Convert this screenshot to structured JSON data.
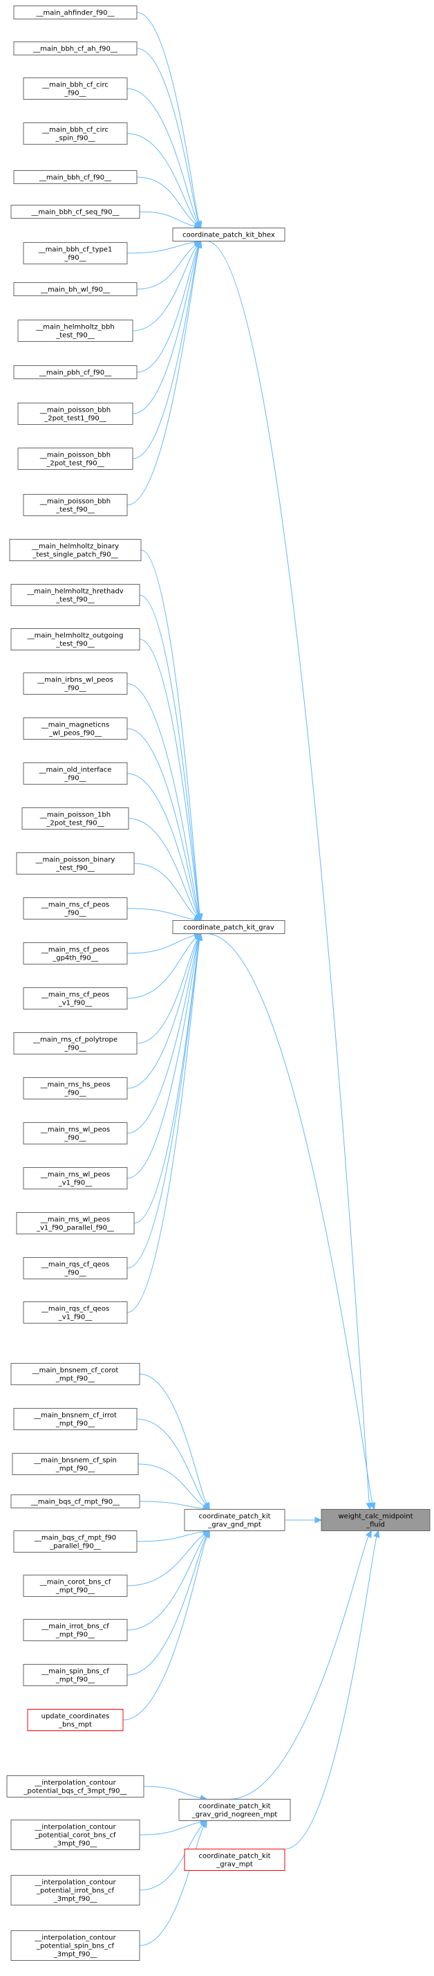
{
  "colors": {
    "edge": "#63b8ff",
    "node_border": "#666666",
    "node_border_highlight": "#ff0000",
    "focus_fill": "#999999",
    "background": "#ffffff"
  },
  "focus": {
    "id": "focus",
    "lines": [
      "weight_calc_midpoint",
      "_fluid"
    ]
  },
  "intermediates": [
    {
      "id": "bhex",
      "lines": [
        "coordinate_patch_kit_bhex"
      ]
    },
    {
      "id": "grav",
      "lines": [
        "coordinate_patch_kit_grav"
      ]
    },
    {
      "id": "gnd",
      "lines": [
        "coordinate_patch_kit",
        "_grav_gnd_mpt"
      ]
    },
    {
      "id": "nogreen",
      "lines": [
        "coordinate_patch_kit",
        "_grav_grid_nogreen_mpt"
      ]
    },
    {
      "id": "kgm",
      "lines": [
        "coordinate_patch_kit",
        "_grav_mpt"
      ],
      "highlight": true
    }
  ],
  "callers": [
    {
      "to": "bhex",
      "lines": [
        "__main_ahfinder_f90__"
      ]
    },
    {
      "to": "bhex",
      "lines": [
        "__main_bbh_cf_ah_f90__"
      ]
    },
    {
      "to": "bhex",
      "lines": [
        "__main_bbh_cf_circ",
        "_f90__"
      ]
    },
    {
      "to": "bhex",
      "lines": [
        "__main_bbh_cf_circ",
        "_spin_f90__"
      ]
    },
    {
      "to": "bhex",
      "lines": [
        "__main_bbh_cf_f90__"
      ]
    },
    {
      "to": "bhex",
      "lines": [
        "__main_bbh_cf_seq_f90__"
      ]
    },
    {
      "to": "bhex",
      "lines": [
        "__main_bbh_cf_type1",
        "_f90__"
      ]
    },
    {
      "to": "bhex",
      "lines": [
        "__main_bh_wl_f90__"
      ]
    },
    {
      "to": "bhex",
      "lines": [
        "__main_helmholtz_bbh",
        "_test_f90__"
      ]
    },
    {
      "to": "bhex",
      "lines": [
        "__main_pbh_cf_f90__"
      ]
    },
    {
      "to": "bhex",
      "lines": [
        "__main_poisson_bbh",
        "_2pot_test1_f90__"
      ]
    },
    {
      "to": "bhex",
      "lines": [
        "__main_poisson_bbh",
        "_2pot_test_f90__"
      ]
    },
    {
      "to": "bhex",
      "lines": [
        "__main_poisson_bbh",
        "_test_f90__"
      ]
    },
    {
      "to": "grav",
      "lines": [
        "__main_helmholtz_binary",
        "_test_single_patch_f90__"
      ]
    },
    {
      "to": "grav",
      "lines": [
        "__main_helmholtz_hrethadv",
        "_test_f90__"
      ]
    },
    {
      "to": "grav",
      "lines": [
        "__main_helmholtz_outgoing",
        "_test_f90__"
      ]
    },
    {
      "to": "grav",
      "lines": [
        "__main_irbns_wl_peos",
        "_f90__"
      ]
    },
    {
      "to": "grav",
      "lines": [
        "__main_magneticns",
        "_wl_peos_f90__"
      ]
    },
    {
      "to": "grav",
      "lines": [
        "__main_old_interface",
        "_f90__"
      ]
    },
    {
      "to": "grav",
      "lines": [
        "__main_poisson_1bh",
        "_2pot_test_f90__"
      ]
    },
    {
      "to": "grav",
      "lines": [
        "__main_poisson_binary",
        "_test_f90__"
      ]
    },
    {
      "to": "grav",
      "lines": [
        "__main_rns_cf_peos",
        "_f90__"
      ]
    },
    {
      "to": "grav",
      "lines": [
        "__main_rns_cf_peos",
        "_gp4th_f90__"
      ]
    },
    {
      "to": "grav",
      "lines": [
        "__main_rns_cf_peos",
        "_v1_f90__"
      ]
    },
    {
      "to": "grav",
      "lines": [
        "__main_rns_cf_polytrope",
        "_f90__"
      ]
    },
    {
      "to": "grav",
      "lines": [
        "__main_rns_hs_peos",
        "_f90__"
      ]
    },
    {
      "to": "grav",
      "lines": [
        "__main_rns_wl_peos",
        "_f90__"
      ]
    },
    {
      "to": "grav",
      "lines": [
        "__main_rns_wl_peos",
        "_v1_f90__"
      ]
    },
    {
      "to": "grav",
      "lines": [
        "__main_rns_wl_peos",
        "_v1_f90_parallel_f90__"
      ]
    },
    {
      "to": "grav",
      "lines": [
        "__main_rqs_cf_qeos",
        "_f90__"
      ]
    },
    {
      "to": "grav",
      "lines": [
        "__main_rqs_cf_qeos",
        "_v1_f90__"
      ]
    },
    {
      "to": "gnd",
      "lines": [
        "__main_bnsnem_cf_corot",
        "_mpt_f90__"
      ]
    },
    {
      "to": "gnd",
      "lines": [
        "__main_bnsnem_cf_irrot",
        "_mpt_f90__"
      ]
    },
    {
      "to": "gnd",
      "lines": [
        "__main_bnsnem_cf_spin",
        "_mpt_f90__"
      ]
    },
    {
      "to": "gnd",
      "lines": [
        "__main_bqs_cf_mpt_f90__"
      ]
    },
    {
      "to": "gnd",
      "lines": [
        "__main_bqs_cf_mpt_f90",
        "_parallel_f90__"
      ]
    },
    {
      "to": "gnd",
      "lines": [
        "__main_corot_bns_cf",
        "_mpt_f90__"
      ]
    },
    {
      "to": "gnd",
      "lines": [
        "__main_irrot_bns_cf",
        "_mpt_f90__"
      ]
    },
    {
      "to": "gnd",
      "lines": [
        "__main_spin_bns_cf",
        "_mpt_f90__"
      ]
    },
    {
      "to": "gnd",
      "lines": [
        "update_coordinates",
        "_bns_mpt"
      ],
      "highlight": true
    },
    {
      "to": "nogreen",
      "lines": [
        "__interpolation_contour",
        "_potential_bqs_cf_3mpt_f90__"
      ]
    },
    {
      "to": "nogreen",
      "lines": [
        "__interpolation_contour",
        "_potential_corot_bns_cf",
        "_3mpt_f90__"
      ]
    },
    {
      "to": "nogreen",
      "lines": [
        "__interpolation_contour",
        "_potential_irrot_bns_cf",
        "_3mpt_f90__"
      ]
    },
    {
      "to": "nogreen",
      "lines": [
        "__interpolation_contour",
        "_potential_spin_bns_cf",
        "_3mpt_f90__"
      ]
    }
  ]
}
